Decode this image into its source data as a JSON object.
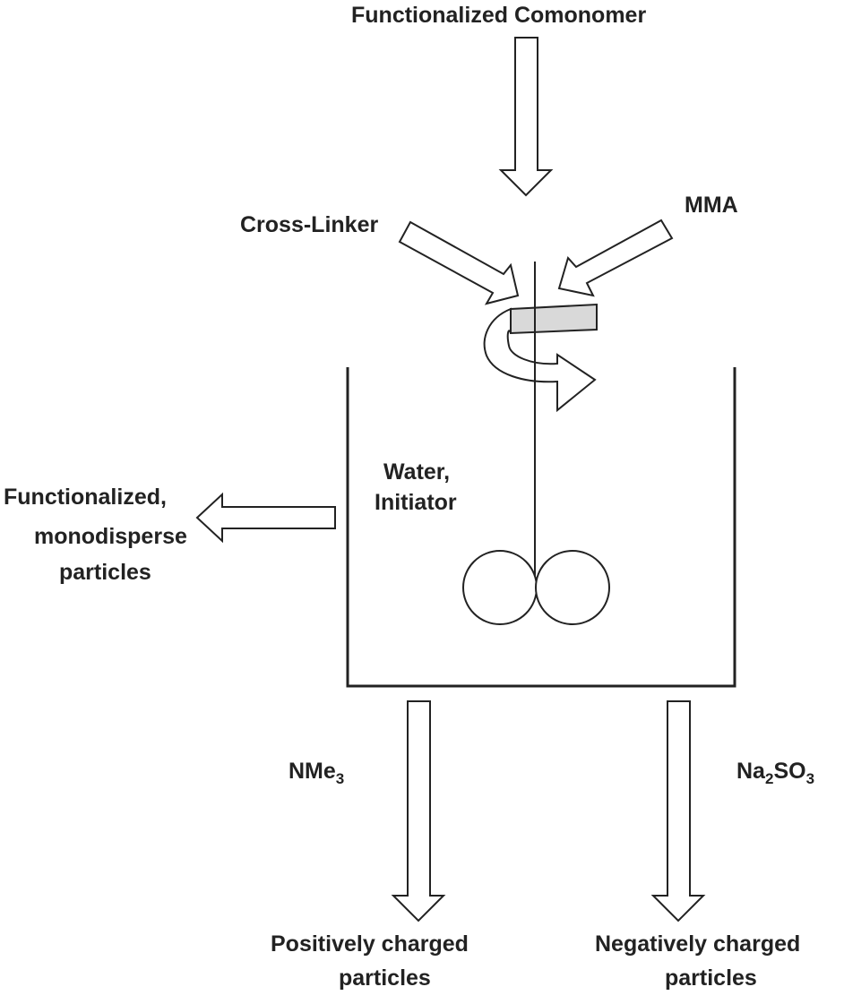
{
  "labels": {
    "top_input": "Functionalized Comonomer",
    "crosslinker": "Cross-Linker",
    "mma": "MMA",
    "reactor_contents_line1": "Water,",
    "reactor_contents_line2": "Initiator",
    "side_output_line1": "Functionalized,",
    "side_output_line2": "monodisperse",
    "side_output_line3": "particles",
    "left_reagent_base": "NMe",
    "left_reagent_sub": "3",
    "right_reagent_base": "Na",
    "right_reagent_sub1": "2",
    "right_reagent_mid": "SO",
    "right_reagent_sub2": "3",
    "left_product_line1": "Positively charged",
    "left_product_line2": "particles",
    "right_product_line1": "Negatively charged",
    "right_product_line2": "particles"
  },
  "colors": {
    "stroke": "#222222",
    "arrow_fill": "#ffffff",
    "swirl_band": "#d9d9d9"
  }
}
